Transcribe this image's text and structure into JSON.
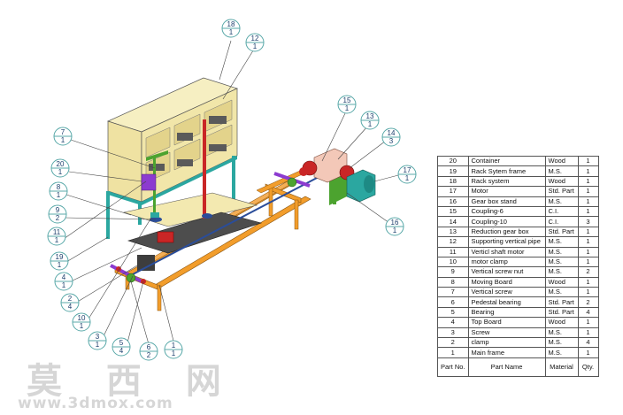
{
  "balloons": [
    {
      "id": "18",
      "top": "18",
      "bottom": "1"
    },
    {
      "id": "12",
      "top": "12",
      "bottom": "1"
    },
    {
      "id": "7",
      "top": "7",
      "bottom": "1"
    },
    {
      "id": "20",
      "top": "20",
      "bottom": "1"
    },
    {
      "id": "8",
      "top": "8",
      "bottom": "1"
    },
    {
      "id": "9",
      "top": "9",
      "bottom": "2"
    },
    {
      "id": "11",
      "top": "11",
      "bottom": "1"
    },
    {
      "id": "19",
      "top": "19",
      "bottom": "1"
    },
    {
      "id": "4",
      "top": "4",
      "bottom": "1"
    },
    {
      "id": "2",
      "top": "2",
      "bottom": "4"
    },
    {
      "id": "10",
      "top": "10",
      "bottom": "1"
    },
    {
      "id": "3",
      "top": "3",
      "bottom": "1"
    },
    {
      "id": "5",
      "top": "5",
      "bottom": "4"
    },
    {
      "id": "6",
      "top": "6",
      "bottom": "2"
    },
    {
      "id": "1",
      "top": "1",
      "bottom": "1"
    },
    {
      "id": "15",
      "top": "15",
      "bottom": "1"
    },
    {
      "id": "13",
      "top": "13",
      "bottom": "1"
    },
    {
      "id": "14",
      "top": "14",
      "bottom": "3"
    },
    {
      "id": "17",
      "top": "17",
      "bottom": "1"
    },
    {
      "id": "16",
      "top": "16",
      "bottom": "1"
    }
  ],
  "parts_table": {
    "rows": [
      {
        "no": "20",
        "name": "Container",
        "material": "Wood",
        "qty": "1"
      },
      {
        "no": "19",
        "name": "Rack Sytem frame",
        "material": "M.S.",
        "qty": "1"
      },
      {
        "no": "18",
        "name": "Rack system",
        "material": "Wood",
        "qty": "1"
      },
      {
        "no": "17",
        "name": "Motor",
        "material": "Std. Part",
        "qty": "1"
      },
      {
        "no": "16",
        "name": "Gear box stand",
        "material": "M.S.",
        "qty": "1"
      },
      {
        "no": "15",
        "name": "Coupling-6",
        "material": "C.I.",
        "qty": "1"
      },
      {
        "no": "14",
        "name": "Coupling-10",
        "material": "C.I.",
        "qty": "3"
      },
      {
        "no": "13",
        "name": "Reduction gear box",
        "material": "Std. Part",
        "qty": "1"
      },
      {
        "no": "12",
        "name": "Supporting vertical pipe",
        "material": "M.S.",
        "qty": "1"
      },
      {
        "no": "11",
        "name": "Verticl shaft motor",
        "material": "M.S.",
        "qty": "1"
      },
      {
        "no": "10",
        "name": "motor clamp",
        "material": "M.S.",
        "qty": "1"
      },
      {
        "no": "9",
        "name": "Vertical screw nut",
        "material": "M.S.",
        "qty": "2"
      },
      {
        "no": "8",
        "name": "Moving Board",
        "material": "Wood",
        "qty": "1"
      },
      {
        "no": "7",
        "name": "Vertical screw",
        "material": "M.S.",
        "qty": "1"
      },
      {
        "no": "6",
        "name": "Pedestal bearing",
        "material": "Std. Part",
        "qty": "2"
      },
      {
        "no": "5",
        "name": "Bearing",
        "material": "Std. Part",
        "qty": "4"
      },
      {
        "no": "4",
        "name": "Top Board",
        "material": "Wood",
        "qty": "1"
      },
      {
        "no": "3",
        "name": "Screw",
        "material": "M.S.",
        "qty": "1"
      },
      {
        "no": "2",
        "name": "clamp",
        "material": "M.S.",
        "qty": "4"
      },
      {
        "no": "1",
        "name": "Main frame",
        "material": "M.S.",
        "qty": "1"
      }
    ],
    "header": {
      "no": "Part No.",
      "name": "Part Name",
      "material": "Material",
      "qty": "Qty."
    }
  },
  "watermark": {
    "text": "莫 西 网",
    "url": "www.3dmox.com"
  },
  "colors": {
    "frame": "#f29d2b",
    "rack": "#f1e6a9",
    "green": "#4ca32f",
    "red": "#c92626",
    "teal": "#2ba7a0",
    "purple": "#8c3bd0",
    "balloon": "#58a8a8",
    "dark": "#4d4d4d"
  }
}
